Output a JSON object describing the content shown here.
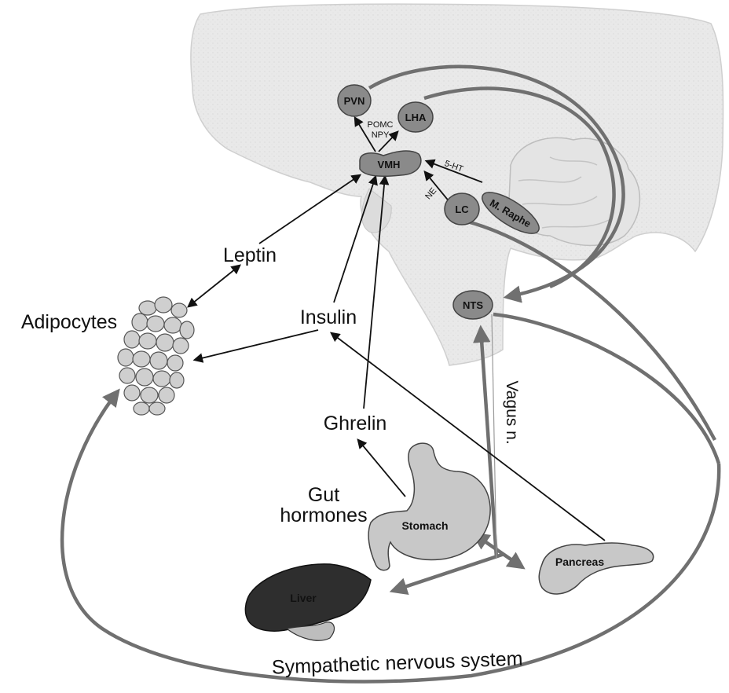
{
  "nuclei": {
    "pvn": "PVN",
    "lha": "LHA",
    "vmh": "VMH",
    "lc": "LC",
    "raphe": "M. Raphe",
    "nts": "NTS"
  },
  "neurotransmitters": {
    "pomc": "POMC",
    "npy": "NPY",
    "serotonin": "5-HT",
    "ne": "NE"
  },
  "hormones": {
    "leptin": "Leptin",
    "insulin": "Insulin",
    "ghrelin": "Ghrelin",
    "gut_line1": "Gut",
    "gut_line2": "hormones"
  },
  "organs": {
    "adipocytes": "Adipocytes",
    "stomach": "Stomach",
    "pancreas": "Pancreas",
    "liver": "Liver"
  },
  "nerves": {
    "vagus": "Vagus n.",
    "sympathetic": "Sympathetic nervous system"
  },
  "colors": {
    "pathway_gray": "#707070",
    "brain_fill": "#e9e9e9",
    "nucleus_fill": "#8a8a8a",
    "liver_fill": "#2e2e2e"
  }
}
